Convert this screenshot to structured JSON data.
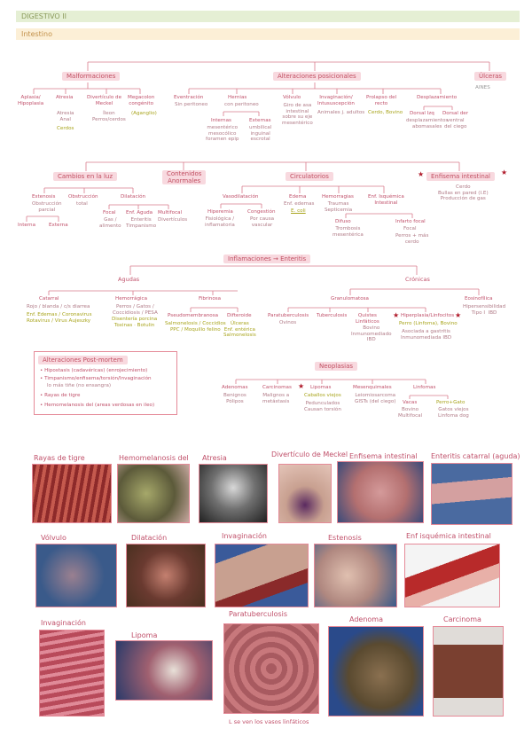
{
  "header": {
    "band1": "DIGESTIVO II",
    "band2": "Intestino"
  },
  "sec1": {
    "malformaciones": "Malformaciones",
    "alteraciones": "Alteraciones posicionales",
    "ulceras": "Úlceras",
    "ulceras_sub": "AINES",
    "aplasia": "Aplasia/\nHipoplasia",
    "atresia": "Atresia",
    "atresia_sub": "Atresia\nAnal",
    "atresia_sub2": "Cerdos",
    "meckel": "Divertículo de\nMeckel",
    "meckel_sub": "Íleon\nPerros/cerdos",
    "megacolon": "Megacolon\ncongénito",
    "megacolon_sub": "(Aganglio)",
    "eventracion": "Eventración",
    "eventracion_sub": "Sin peritoneo",
    "hernias": "Hernias",
    "hernias_sub": "con peritoneo",
    "internas": "Internas",
    "internas_sub": "mesentérico\nmesocólico\nforamen epip",
    "externas": "Externas",
    "externas_sub": "umbilical\ninguinal\nescrotal",
    "volvulo": "Vólvulo",
    "volvulo_sub": "Giro de asa\nintestinal\nsobre su eje\nmesentérico",
    "intusc": "Invaginación/\nIntususcepción",
    "intusc_sub": "Animales j. adultos",
    "prolapso": "Prolapso del\nrecto",
    "prolapso_sub": "Cerdo, Bovino",
    "desplaz": "Desplazamiento",
    "ileal": "Dorsal Izq",
    "ileal_sub": "desplazamientos\nabomasales",
    "dorsaldch": "Dorsal der",
    "dorsaldch_sub": "ventral\ndel ciego"
  },
  "sec2": {
    "luz": "Cambios en la luz",
    "contenidos": "Contenidos\nAnormales",
    "circul": "Circulatorios",
    "enfisema": "Enfisema intestinal",
    "enfisema_sub": "Cerdo\nBullas en pared (I.E)\nProducción de gas",
    "estenosis": "Estenosis",
    "estenosis_sub": "Obstrucción\nparcial",
    "interna": "Interna",
    "externa": "Externa",
    "obstruccion": "Obstrucción",
    "obstruccion_sub": "total",
    "dilatacion": "Dilatación",
    "focal": "Focal",
    "focal_sub": "Gas /\nalimento",
    "agudo": "Enf. Aguda",
    "agudo_sub": "Enteritis\nTimpanismo",
    "multif": "Multifocal",
    "multif_sub": "Divertículos",
    "vasodil": "Vasodilatación",
    "hiperemia": "Hiperemia",
    "hiperemia_sub": "Fisiológica /\ninflamatoria",
    "congestion": "Congestión",
    "congestion_sub": "Por causa\nvascular",
    "edema": "Edema",
    "edema_sub": "Enf. edemas",
    "edema_sub2": "E. coli",
    "hemorragia": "Hemorragias",
    "hemorragia_sub": "Traumas\nSepticemia",
    "isquemia": "Enf. Isquémica\nIntestinal",
    "difuso": "Difuso",
    "difuso_sub": "Trombosis\nmesentérica",
    "infarto": "Infarto focal",
    "infarto_sub": "Focal",
    "infarto_sub2": "Perros + más\ncerdo"
  },
  "sec3": {
    "inflam": "Inflamaciones → Enteritis",
    "agudas": "Agudas",
    "cronicas": "Crónicas",
    "catarral": "Catarral",
    "catarral_sub": "Rojo / blanda / c/s diarrea",
    "catarral_sub2": "Enf. Edemas / Coronavirus\nRotavirus / Virus Aujeszky",
    "hemorragica": "Hemorrágica",
    "hemorragica_sub": "Perros / Gatos /\nCoccidiosis / PESA",
    "hemorragica_sub2": "Disentería porcina\nToxinas · Botulin",
    "fibrinosa": "Fibrinosa",
    "pseudomemb": "Pseudomembranosa",
    "pseudomemb_sub": "Salmonelosis / Coccidios\nPPC / Moquillo felino",
    "difteroide": "Difteroide",
    "difteroide_sub": "Úlceras\nEnf. entérica\nSalmonelosis",
    "granulomatosa": "Granulomatosa",
    "paratub": "Paratuberculosis",
    "paratub_sub": "Ovinos",
    "tuberc": "Tuberculosis",
    "quiste": "Quistes\nLinfáticos",
    "quiste_sub": "Bovino\nInmunomediado\nIBD",
    "hiperplasia": "Hiperplasia/Linfocitos",
    "hiperplasia_sub": "Perro (Linfoma), Bovino",
    "hiperplasia_sub2": "Asociada a gastritis\nInmunomediada IBD",
    "eosinofil": "Eosinofílica",
    "eosinofil_sub": "Hipersensibilidad\nTipo I  IBD"
  },
  "box": {
    "title": "Alteraciones Post-mortem",
    "l1": "• Hipostasis (cadavéricas) (enrojecimiento)",
    "l2": "• Timpanismo/enfisema/torsión/Invaginación",
    "l2b": "lo más tiñe   (no ensangra)",
    "l3": "• Rayas de tigre",
    "l4": "• Hemomelanosis del (areas verdosas en ileo)"
  },
  "sec4": {
    "neoplasias": "Neoplasias",
    "adenomas": "Adenomas",
    "adenomas_sub": "Benignos\nPólipos",
    "carcinomas": "Carcinomas",
    "carcinomas_sub": "Malignos a\nmetástasis",
    "lipomas": "Lipomas",
    "lipomas_sub": "Caballos viejos",
    "lipomas_sub2": "Pedunculados\nCausan torsión",
    "mesenq": "Mesenquimales",
    "mesenq_sub": "Leiomiosarcoma\nGISTs (del ciego)",
    "linfomas": "Linfomas",
    "vacas": "Vacas",
    "vacas_sub": "Bovino\nMultifocal",
    "perrogato": "Perro+Gato",
    "perrogato_sub": "Gatos viejos\nLinfoma dog"
  },
  "photos": {
    "r1": [
      "Rayas de tigre",
      "Hemomelanosis del",
      "Atresia",
      "Divertículo de Meckel",
      "Enfisema intestinal",
      "Enteritis catarral (aguda)"
    ],
    "r2": [
      "Vólvulo",
      "Dilatación",
      "Invaginación",
      "Estenosis",
      "Enf isquémica intestinal"
    ],
    "r3": [
      "Invaginación",
      "Lipoma",
      "Paratuberculosis",
      "Adenoma",
      "Carcinoma"
    ],
    "note": "L se ven los vasos linfáticos"
  }
}
